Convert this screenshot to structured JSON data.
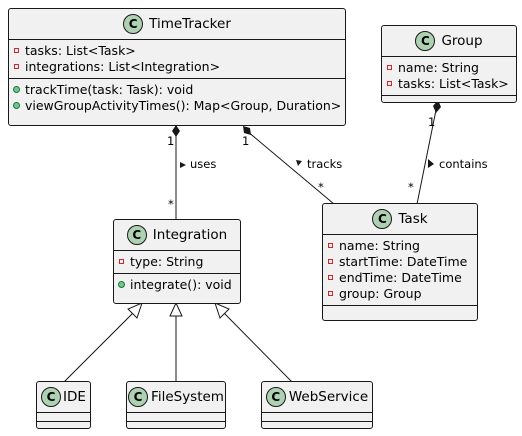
{
  "classes": {
    "timetracker": {
      "icon": "C",
      "name": "TimeTracker",
      "attributes": [
        "tasks: List<Task>",
        "integrations: List<Integration>"
      ],
      "methods": [
        "trackTime(task: Task): void",
        "viewGroupActivityTimes(): Map<Group, Duration>"
      ]
    },
    "group": {
      "icon": "C",
      "name": "Group",
      "attributes": [
        "name: String",
        "tasks: List<Task>"
      ]
    },
    "task": {
      "icon": "C",
      "name": "Task",
      "attributes": [
        "name: String",
        "startTime: DateTime",
        "endTime: DateTime",
        "group: Group"
      ]
    },
    "integration": {
      "icon": "C",
      "name": "Integration",
      "attributes": [
        "type: String"
      ],
      "methods": [
        "integrate(): void"
      ]
    },
    "ide": {
      "icon": "C",
      "name": "IDE"
    },
    "filesystem": {
      "icon": "C",
      "name": "FileSystem"
    },
    "webservice": {
      "icon": "C",
      "name": "WebService"
    }
  },
  "relations": {
    "uses": {
      "label": "uses",
      "source_mult": "1",
      "target_mult": "*"
    },
    "tracks": {
      "label": "tracks",
      "source_mult": "1",
      "target_mult": "*"
    },
    "contains": {
      "label": "contains",
      "source_mult": "1",
      "target_mult": "*"
    }
  },
  "colors": {
    "class_fill": "#f1f1f1",
    "class_border": "#181818",
    "class_icon_fill": "#add1b2",
    "private_marker": "#c82930",
    "public_marker": "#84be84"
  }
}
